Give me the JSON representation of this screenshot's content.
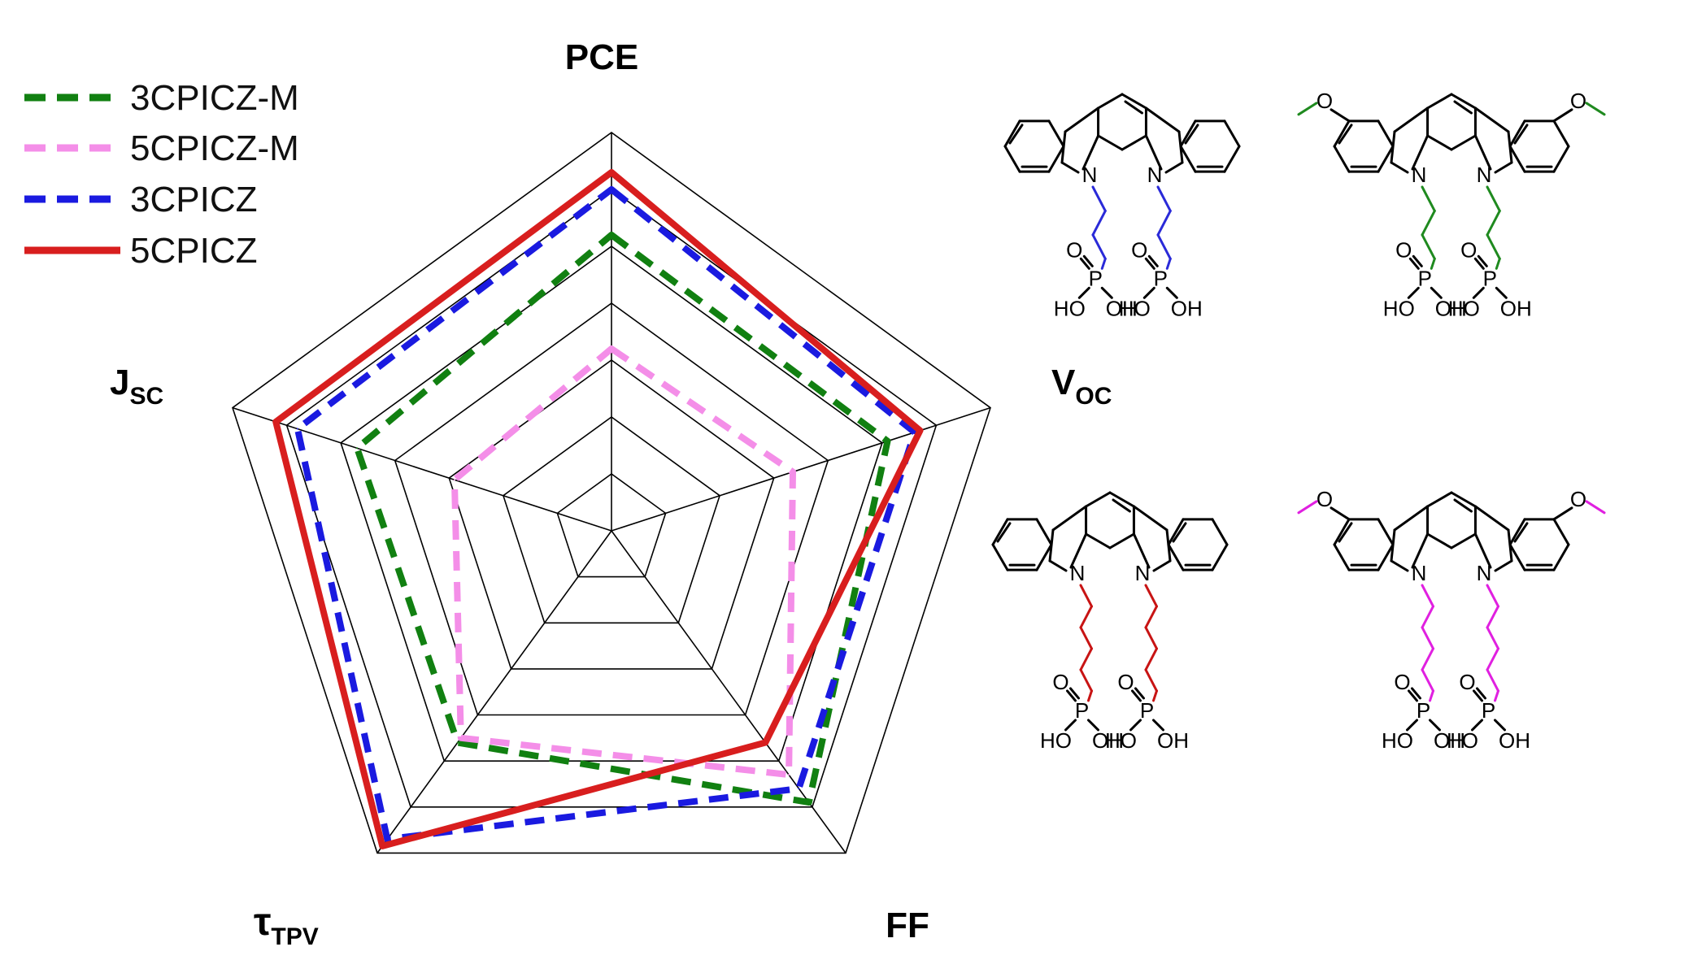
{
  "chart_data": {
    "type": "radar",
    "axes": [
      {
        "key": "pce",
        "label": "PCE",
        "sub": ""
      },
      {
        "key": "voc",
        "label": "V",
        "sub": "OC"
      },
      {
        "key": "ff",
        "label": "FF",
        "sub": ""
      },
      {
        "key": "tau",
        "label": "τ",
        "sub": "TPV"
      },
      {
        "key": "jsc",
        "label": "J",
        "sub": "SC"
      }
    ],
    "rings": 7,
    "range": [
      0,
      7
    ],
    "grid": true,
    "legend_position": "top-left",
    "series": [
      {
        "name": "3CPICZ-M",
        "color": "#118011",
        "dash": "dashed",
        "values": [
          5.2,
          5.1,
          5.9,
          4.6,
          4.7
        ]
      },
      {
        "name": "5CPICZ-M",
        "color": "#f48ee8",
        "dash": "dashed",
        "values": [
          3.2,
          3.35,
          5.3,
          4.5,
          2.9
        ]
      },
      {
        "name": "3CPICZ",
        "color": "#1a1ae0",
        "dash": "dashed",
        "values": [
          6.0,
          5.6,
          5.6,
          6.7,
          5.8
        ]
      },
      {
        "name": "5CPICZ",
        "color": "#d81e1e",
        "dash": "solid",
        "values": [
          6.3,
          5.7,
          4.6,
          6.85,
          6.2
        ]
      }
    ]
  },
  "molecules": [
    {
      "name": "3CPICZ",
      "color": "#2a2ad8",
      "methoxy": false,
      "chain": 3
    },
    {
      "name": "3CPICZ-M",
      "color": "#1f8a1f",
      "methoxy": true,
      "chain": 3
    },
    {
      "name": "5CPICZ",
      "color": "#c81414",
      "methoxy": false,
      "chain": 5
    },
    {
      "name": "5CPICZ-M",
      "color": "#e020e0",
      "methoxy": true,
      "chain": 5
    }
  ],
  "chem_labels": {
    "n": "N",
    "p": "P",
    "o": "O",
    "ho": "HO",
    "oh": "OH"
  }
}
